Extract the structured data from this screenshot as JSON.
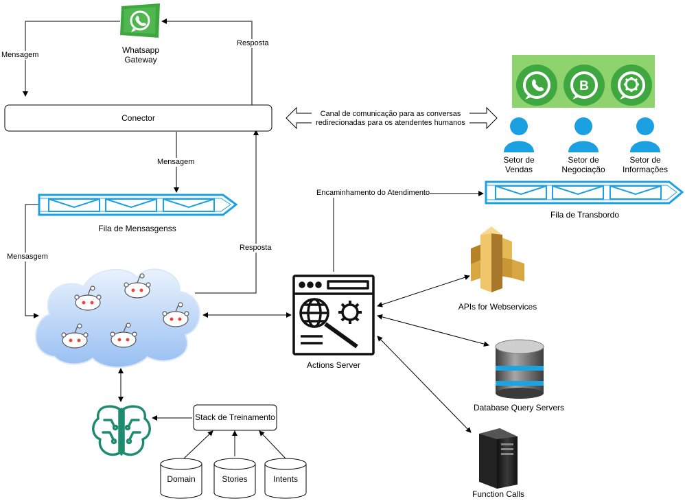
{
  "nodes": {
    "whatsapp_gateway": "Whatsapp\nGateway",
    "conector": "Conector",
    "fila_mensagens": "Fila de Mensasgenss",
    "fila_transbordo": "Fila de Transbordo",
    "actions_server": "Actions Server",
    "apis": "APIs for Webservices",
    "database": "Database Query Servers",
    "function_calls": "Function Calls",
    "stack": "Stack de Treinamento",
    "domain": "Domain",
    "stories": "Stories",
    "intents": "Intents",
    "setor_vendas": "Setor de\nVendas",
    "setor_negociacao": "Setor de\nNegociação",
    "setor_informacoes": "Setor de\nInformações"
  },
  "edges": {
    "mensagem_top": "Mensagem",
    "resposta_top": "Resposta",
    "mensagem_mid": "Mensagem",
    "mensasgem_left": "Mensasgem",
    "resposta_mid": "Resposta",
    "encaminhamento": "Encaminhamento do Atendimento",
    "canal": "Canal de comunicação para as conversas\nredirecionadas para os atendentes humanos"
  },
  "colors": {
    "whatsapp_green": "#3FA73F",
    "queue_blue": "#1BA1E2",
    "person_blue": "#1BA1E2",
    "cloud_blue": "#BFD8F7",
    "ai_teal": "#1E8A6F",
    "aws_orange": "#D9A741",
    "panel_green": "#8ED36E"
  },
  "icons": [
    "whatsapp-icon",
    "queue-icon",
    "cloud-bots-icon",
    "web-server-icon",
    "api-icon",
    "database-icon",
    "server-tower-icon",
    "brain-ai-icon",
    "person-icon",
    "whatsapp-business-icon",
    "whatsapp-settings-icon"
  ]
}
